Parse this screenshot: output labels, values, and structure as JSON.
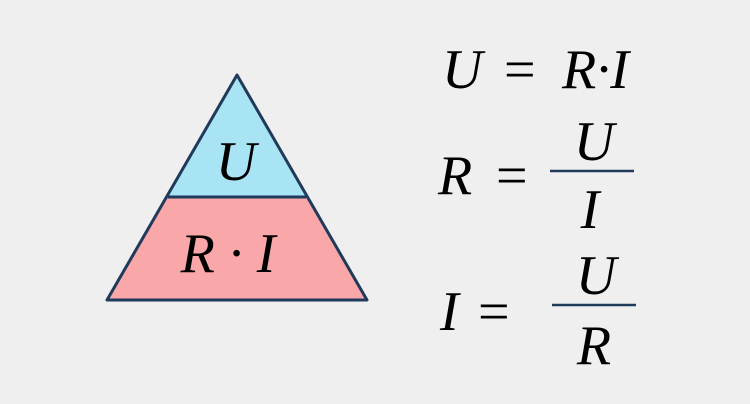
{
  "title": "Ohm's law triangle",
  "colors": {
    "background": "#efefef",
    "top_fill": "#a8e4f4",
    "bottom_fill": "#f9a7a8",
    "stroke": "#1f3a5a"
  },
  "triangle": {
    "top": "U",
    "bottom": "R · I"
  },
  "formulas": [
    {
      "lhs": "U",
      "eq": "=",
      "rhs": "R·I"
    },
    {
      "lhs": "R",
      "eq": "=",
      "numerator": "U",
      "denominator": "I"
    },
    {
      "lhs": "I",
      "eq": "=",
      "numerator": "U",
      "denominator": "R"
    }
  ]
}
